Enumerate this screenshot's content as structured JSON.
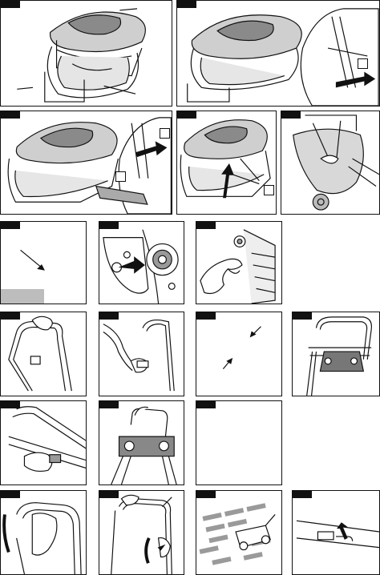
{
  "page": {
    "description_rows": 6,
    "figures": [
      {
        "id": "fig-1",
        "subject": "grass-bag-frame-assembly"
      },
      {
        "id": "fig-2",
        "subject": "bag-clip-on-frame"
      },
      {
        "id": "fig-3",
        "subject": "bag-rear-clips"
      },
      {
        "id": "fig-4",
        "subject": "bag-side-tabs"
      },
      {
        "id": "fig-5",
        "subject": "bag-attach-to-mower"
      },
      {
        "id": "fig-6",
        "subject": "arrow-direction"
      },
      {
        "id": "fig-7",
        "subject": "wheel-axle-press"
      },
      {
        "id": "fig-8",
        "subject": "height-adjust-knob"
      },
      {
        "id": "fig-9",
        "subject": "handle-unfold-hands"
      },
      {
        "id": "fig-10",
        "subject": "handle-lower-knob"
      },
      {
        "id": "fig-11",
        "subject": "two-arrows"
      },
      {
        "id": "fig-12",
        "subject": "handle-assembled-mower"
      },
      {
        "id": "fig-13",
        "subject": "handle-clamp-tighten"
      },
      {
        "id": "fig-14",
        "subject": "handle-on-mower"
      },
      {
        "id": "fig-15",
        "subject": "blank"
      },
      {
        "id": "fig-16",
        "subject": "handle-grip-bar-pull"
      },
      {
        "id": "fig-17",
        "subject": "handle-grip-bar-release"
      },
      {
        "id": "fig-18",
        "subject": "mowing-pattern-overlap"
      },
      {
        "id": "fig-19",
        "subject": "cable-clip"
      }
    ]
  }
}
